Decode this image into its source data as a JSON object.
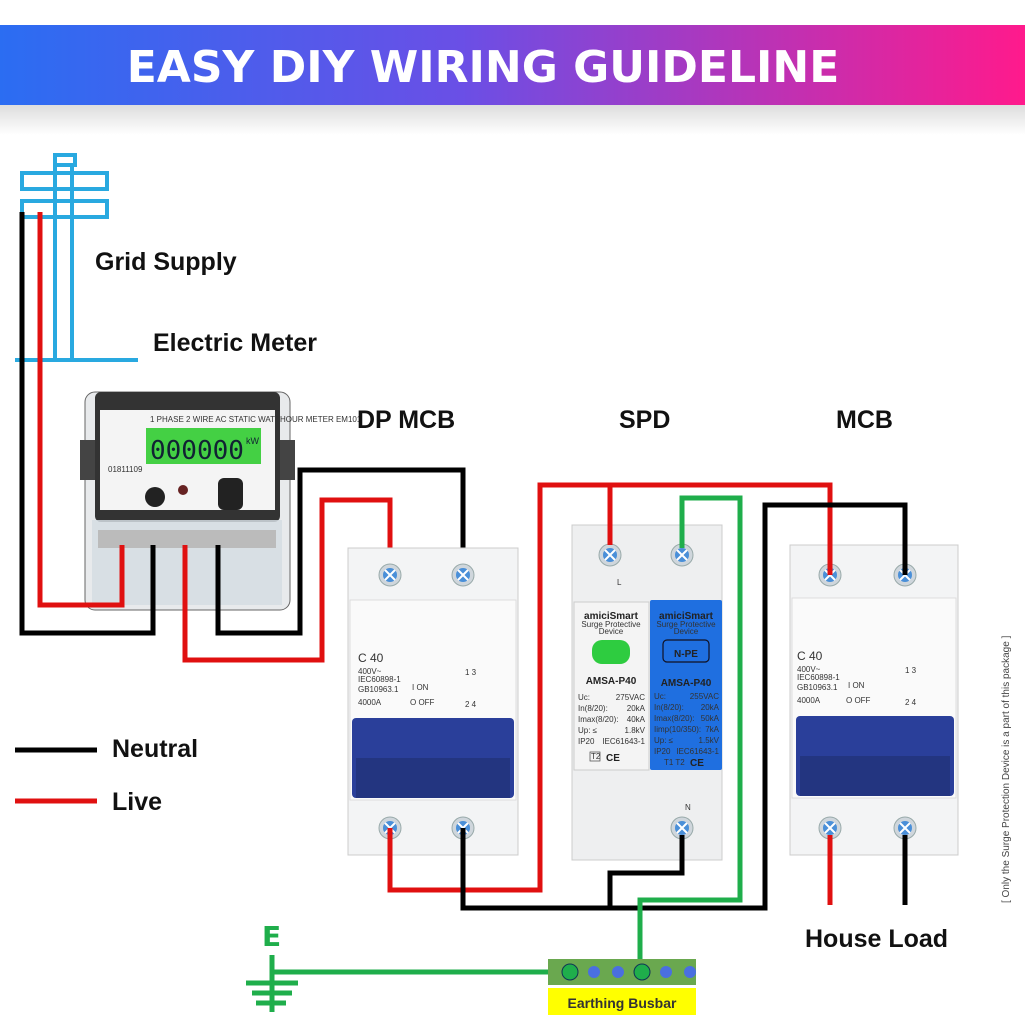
{
  "banner": {
    "title": "EASY DIY WIRING GUIDELINE",
    "gradient_start": "#2b6df2",
    "gradient_end": "#ff1a8c"
  },
  "labels": {
    "grid_supply": "Grid Supply",
    "electric_meter": "Electric Meter",
    "dp_mcb": "DP MCB",
    "spd": "SPD",
    "mcb": "MCB",
    "house_load": "House Load",
    "earth": "E",
    "earthing_busbar": "Earthing  Busbar"
  },
  "legend": [
    {
      "label": "Neutral",
      "color": "#000000"
    },
    {
      "label": "Live",
      "color": "#e01010"
    }
  ],
  "meter": {
    "display": "000000",
    "unit": "kW",
    "serial": "01811109",
    "header": "1 PHASE 2 WIRE AC STATIC WATTHOUR METER EM101"
  },
  "breaker": {
    "rating": "C 40",
    "voltage": "400V~",
    "std1": "IEC60898-1",
    "std2": "GB10963.1",
    "capacity": "4000A",
    "on": "I ON",
    "off": "O OFF",
    "poles_top": "1  3",
    "poles_bottom": "2  4"
  },
  "spd_left": {
    "brand": "amiciSmart",
    "subtitle1": "Surge Protective",
    "subtitle2": "Device",
    "model": "AMSA-P40",
    "rows": [
      [
        "Uc:",
        "275VAC"
      ],
      [
        "In(8/20):",
        "20kA"
      ],
      [
        "Imax(8/20):",
        "40kA"
      ],
      [
        "Up: ≤",
        "1.8kV"
      ],
      [
        "IP20",
        "IEC61643-1"
      ]
    ],
    "class": "T2",
    "ce": "CE",
    "terminal": "L"
  },
  "spd_right": {
    "brand": "amiciSmart",
    "subtitle1": "Surge Protective",
    "subtitle2": "Device",
    "badge": "N-PE",
    "model": "AMSA-P40",
    "rows": [
      [
        "Uc:",
        "255VAC"
      ],
      [
        "In(8/20):",
        "20kA"
      ],
      [
        "Imax(8/20):",
        "50kA"
      ],
      [
        "Iimp(10/350):",
        "7kA"
      ],
      [
        "Up: ≤",
        "1.5kV"
      ],
      [
        "IP20",
        "IEC61643-1"
      ]
    ],
    "class": "T1 T2",
    "ce": "CE",
    "terminal": "N"
  },
  "note": "[ Only the Surge Protection Device is a part of this package ]",
  "colors": {
    "live": "#e01010",
    "neutral": "#000000",
    "earth": "#1fae4b",
    "pole": "#29a9e0",
    "breaker_blue": "#2a3f9a",
    "spd_blue": "#1f6fe0",
    "busbar": "#6aa84f",
    "busbar_label": "#ffff00"
  }
}
